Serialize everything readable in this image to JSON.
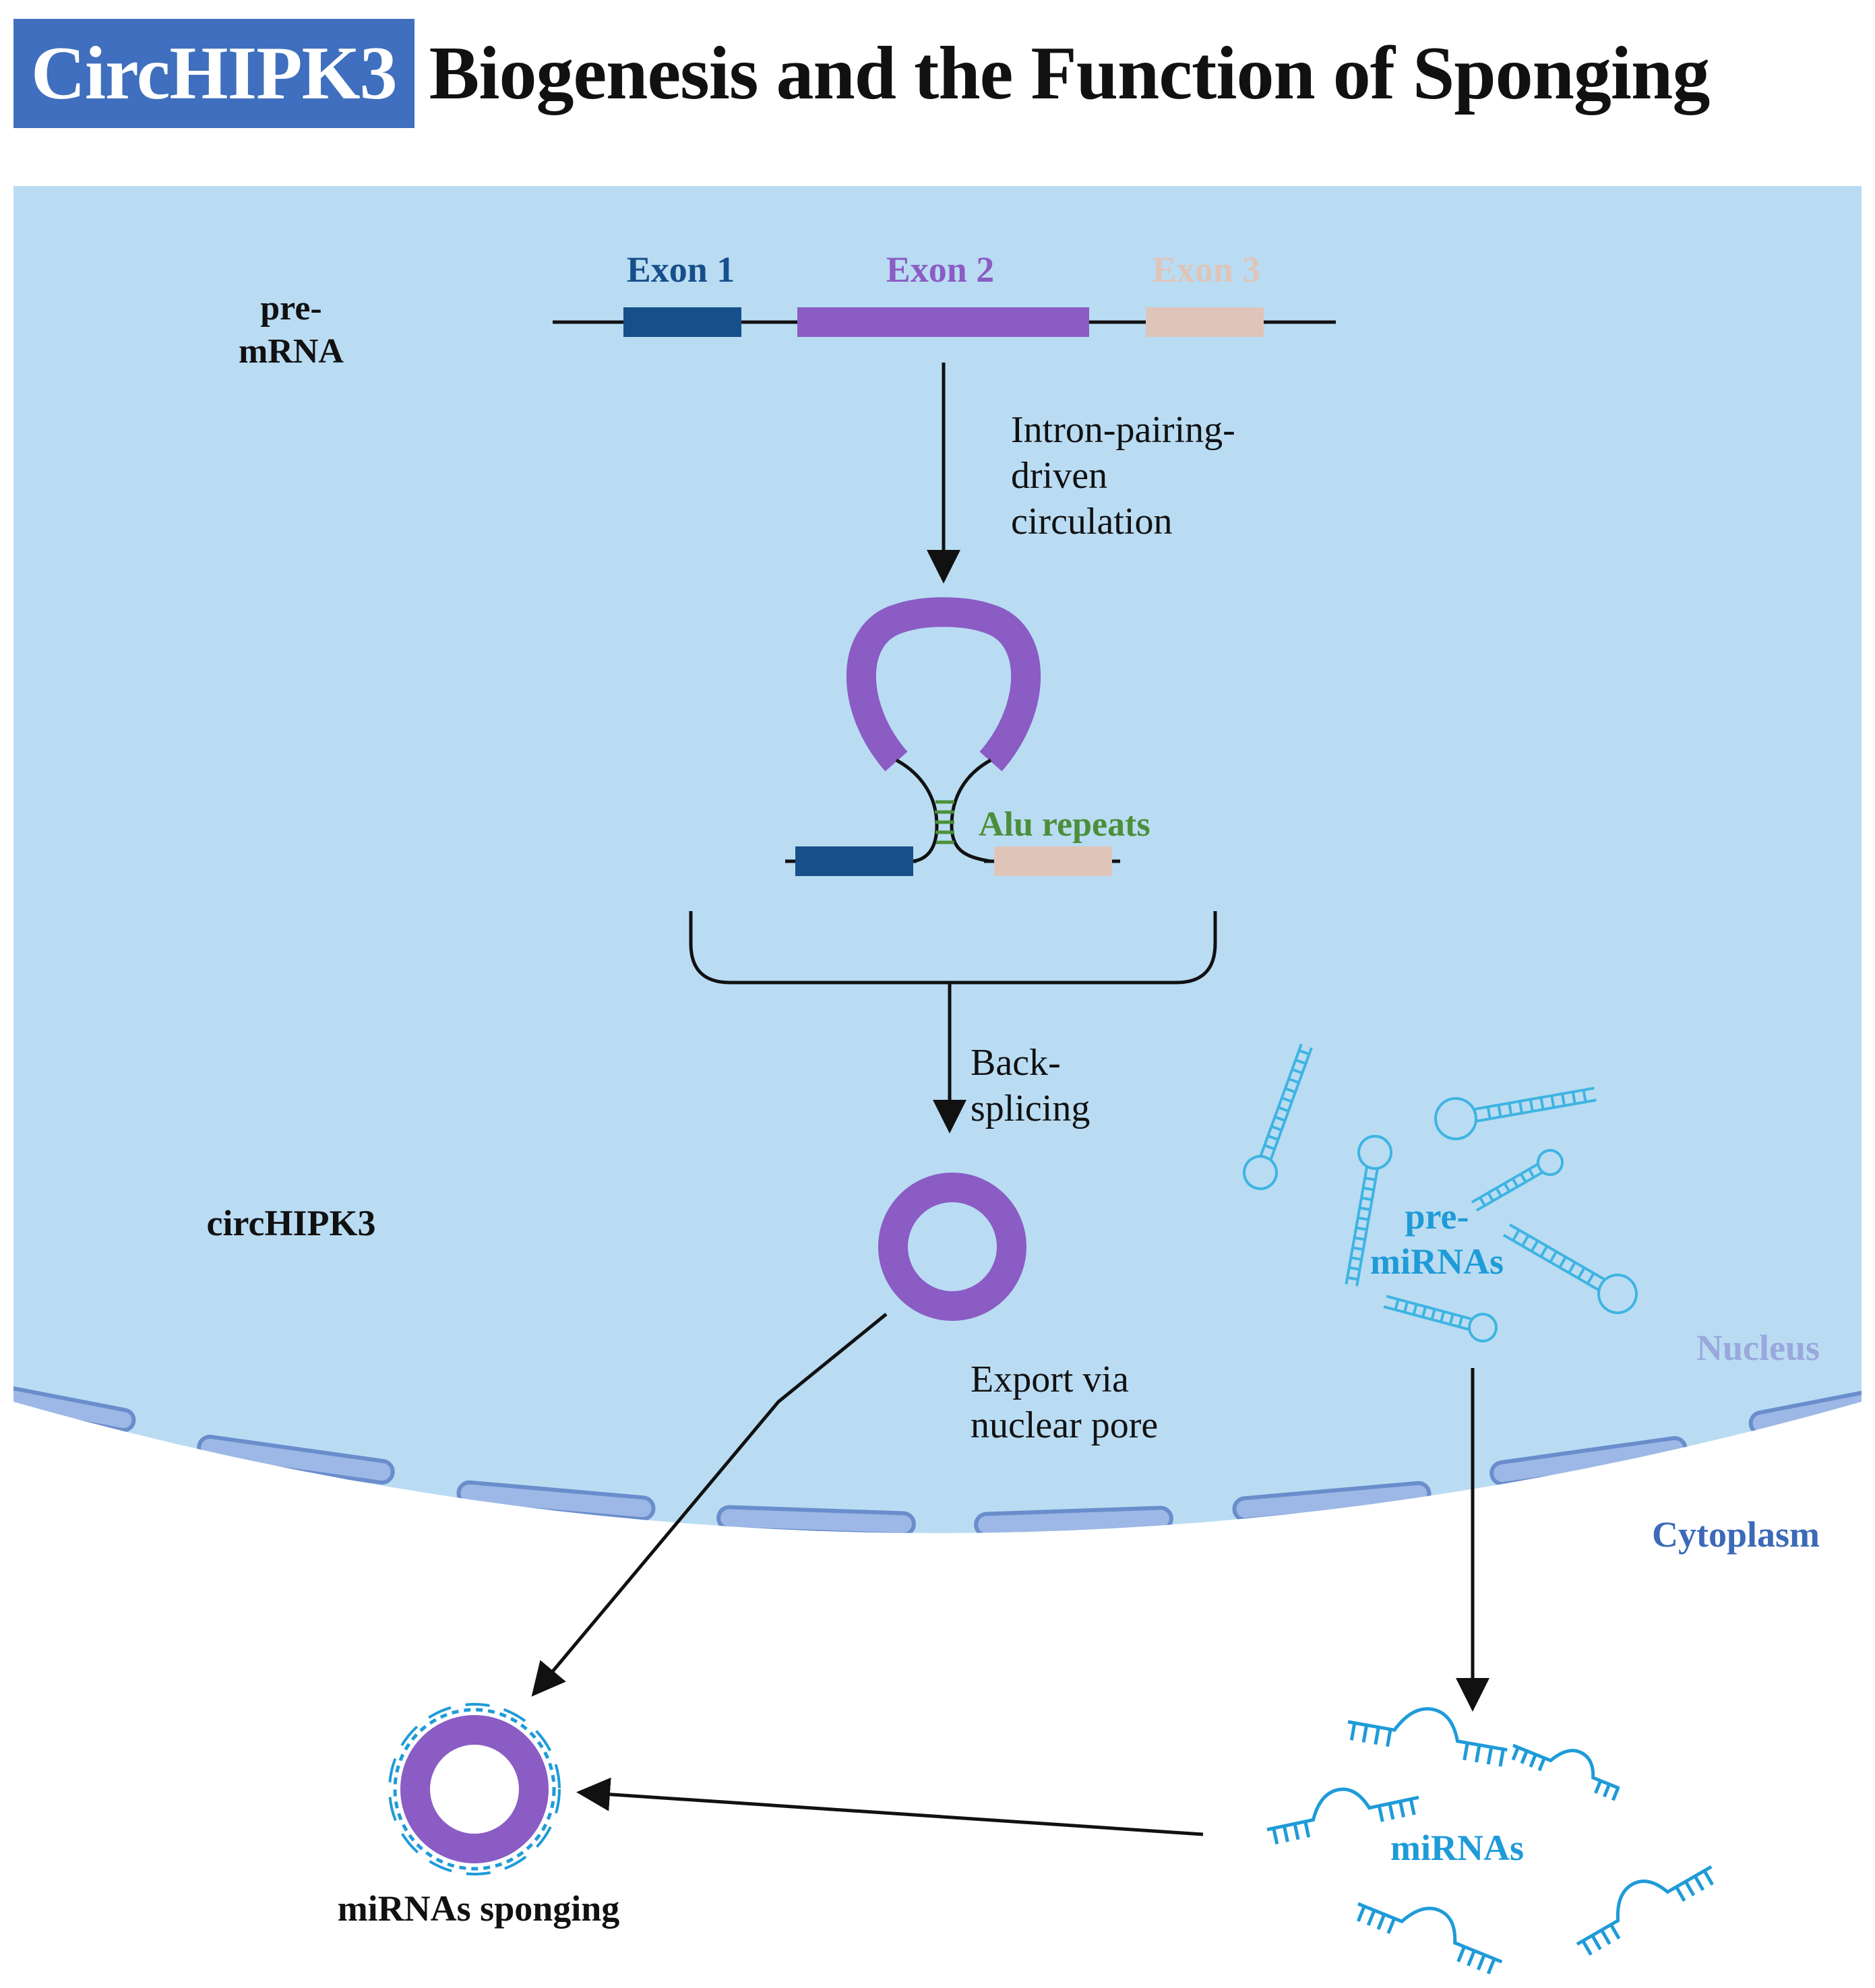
{
  "title": {
    "highlight": "CircHIPK3",
    "rest": "Biogenesis and the Function of Sponging"
  },
  "labels": {
    "pre_mrna_line1": "pre-",
    "pre_mrna_line2": "mRNA",
    "exon1": "Exon 1",
    "exon2": "Exon 2",
    "exon3": "Exon 3",
    "intron_line1": "Intron-pairing-",
    "intron_line2": "driven",
    "intron_line3": "circulation",
    "alu": "Alu repeats",
    "back_line1": "Back-",
    "back_line2": "splicing",
    "circhipk3": "circHIPK3",
    "export_line1": "Export via",
    "export_line2": "nuclear pore",
    "pre_mirnas_line1": "pre-",
    "pre_mirnas_line2": "miRNAs",
    "nucleus": "Nucleus",
    "cytoplasm": "Cytoplasm",
    "mirnas": "miRNAs",
    "sponging": "miRNAs sponging"
  },
  "colors": {
    "nucleus_fill": "#b9dcf3",
    "title_box": "#3f6fbe",
    "exon1": "#174f8a",
    "exon2": "#8a5cc4",
    "exon3": "#dfc5b9",
    "alu": "#4c8f3a",
    "mirna": "#1f9bd8",
    "pore": "#9db8e6",
    "pore_stroke": "#6a8dcc",
    "cytoplasm_label": "#3c6ab8",
    "nucleus_label": "#9aa8dc"
  }
}
